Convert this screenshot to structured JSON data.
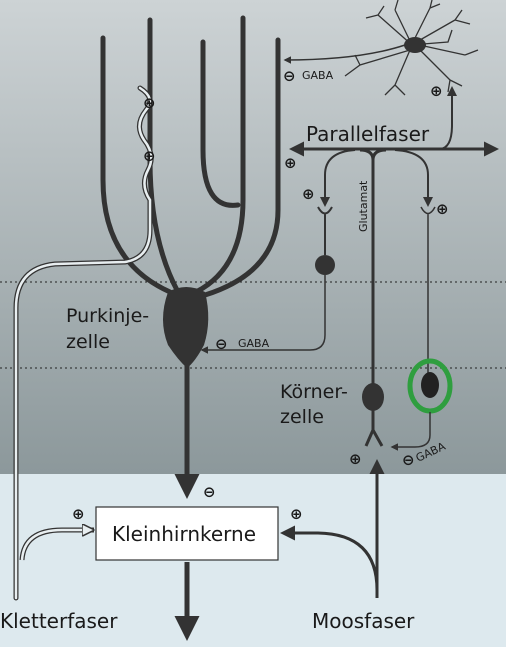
{
  "labels": {
    "parallelfaser": "Parallelfaser",
    "purkinje_line1": "Purkinje-",
    "purkinje_line2": "zelle",
    "koerner_line1": "Körner-",
    "koerner_line2": "zelle",
    "kleinhirnkerne": "Kleinhirnkerne",
    "kletterfaser": "Kletterfaser",
    "moosfaser": "Moosfaser",
    "glutamat": "Glutamat",
    "gaba_top": "GABA",
    "gaba_purkinje": "GABA",
    "gaba_koerner": "GABA"
  },
  "signs": {
    "plus": "⊕",
    "minus": "⊖"
  },
  "colors": {
    "upper_bg_top": "#c7ced0",
    "upper_bg_bottom": "#8e9a9d",
    "lower_bg": "#dde9ee",
    "neuron": "#333333",
    "highlight_ring": "#2f9e3f"
  }
}
